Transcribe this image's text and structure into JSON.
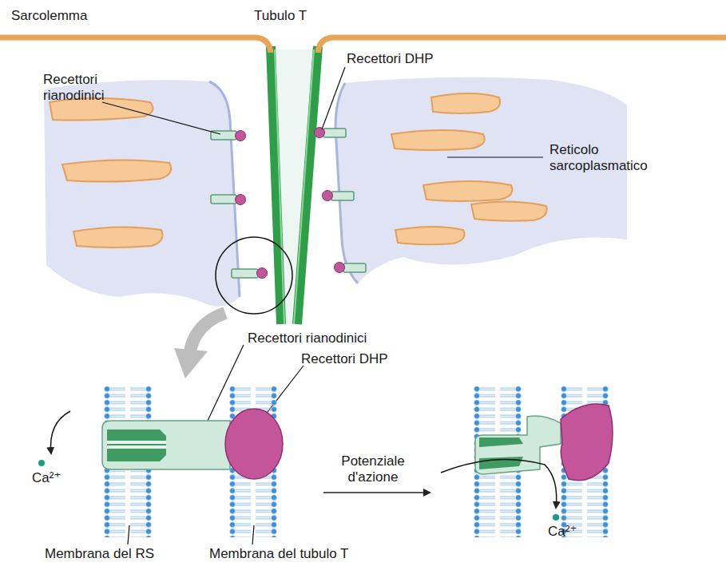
{
  "diagram": {
    "labels": [
      "Sarcolemma",
      "Tubulo T",
      "Recettori rianodinici",
      "Recettori DHP",
      "Reticolo sarcoplasmatico",
      "Recettori rianodinici",
      "Recettori DHP",
      "Potenziale d'azione",
      "Ca²⁺",
      "Membrana del RS",
      "Membrana del tubulo T",
      "Ca²⁺"
    ]
  }
}
